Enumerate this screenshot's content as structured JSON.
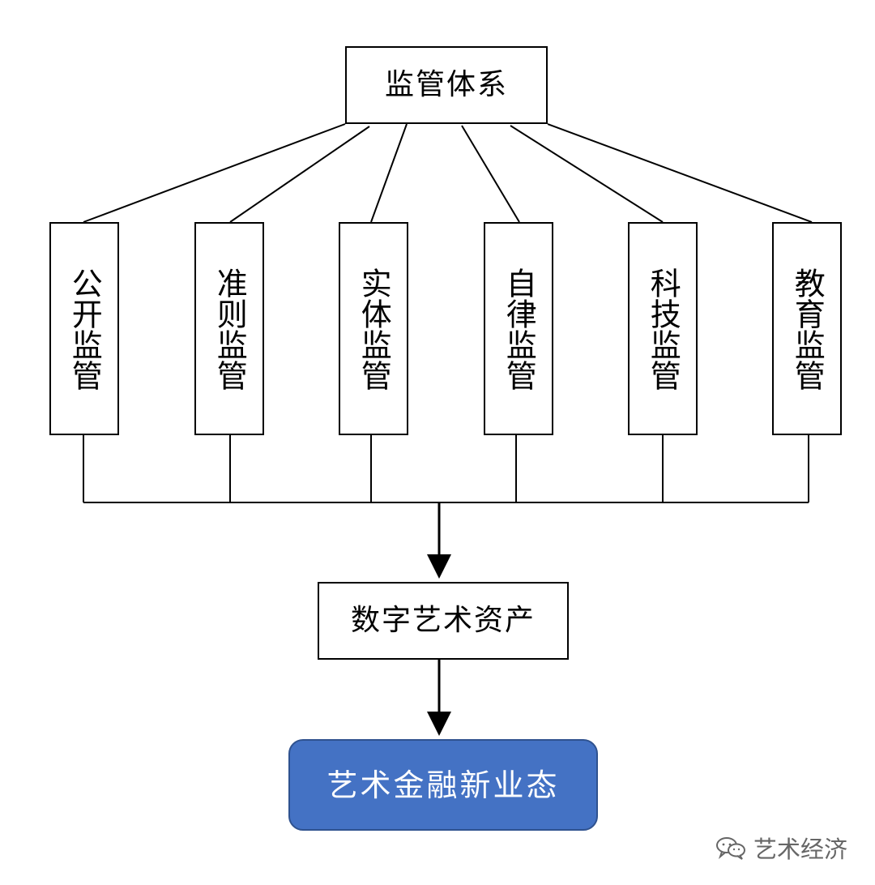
{
  "diagram": {
    "top_node": "监管体系",
    "children": [
      "公开监管",
      "准则监管",
      "实体监管",
      "自律监管",
      "科技监管",
      "教育监管"
    ],
    "middle_node": "数字艺术资产",
    "bottom_node": "艺术金融新业态",
    "colors": {
      "line": "#000000",
      "box_border": "#000000",
      "bottom_fill": "#4472c4",
      "bottom_border": "#2f528f",
      "bottom_text": "#ffffff",
      "watermark": "#666666"
    }
  },
  "watermark": {
    "icon": "wechat-icon",
    "text": "艺术经济"
  }
}
